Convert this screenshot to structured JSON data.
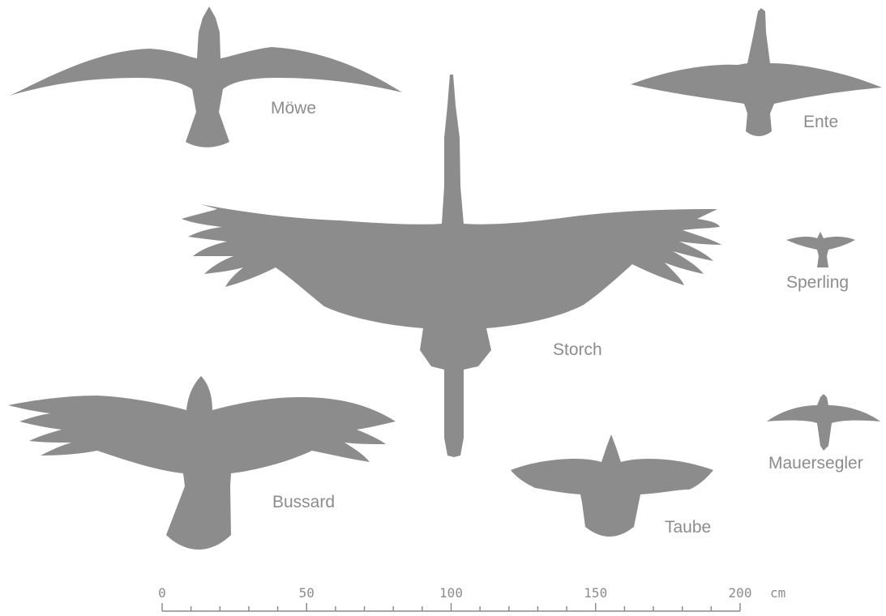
{
  "colors": {
    "silhouette": "#8c8c8c",
    "background": "#ffffff"
  },
  "birds": [
    {
      "id": "moewe",
      "label": "Möwe"
    },
    {
      "id": "ente",
      "label": "Ente"
    },
    {
      "id": "storch",
      "label": "Storch"
    },
    {
      "id": "sperling",
      "label": "Sperling"
    },
    {
      "id": "bussard",
      "label": "Bussard"
    },
    {
      "id": "mauersegler",
      "label": "Mauersegler"
    },
    {
      "id": "taube",
      "label": "Taube"
    }
  ],
  "scale": {
    "unit": "cm",
    "range": [
      0,
      200
    ],
    "labels": [
      "0",
      "50",
      "100",
      "150",
      "200"
    ],
    "minor_step": 10
  }
}
